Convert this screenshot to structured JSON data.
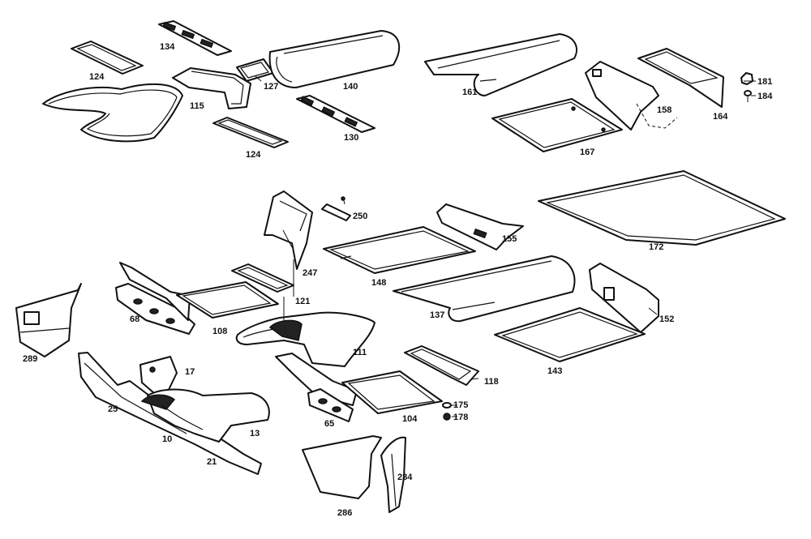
{
  "parts": [
    {
      "key": "p124a",
      "number": "124"
    },
    {
      "key": "p124b",
      "number": "124"
    },
    {
      "key": "p134",
      "number": "134"
    },
    {
      "key": "p115",
      "number": "115"
    },
    {
      "key": "p127",
      "number": "127"
    },
    {
      "key": "p140",
      "number": "140"
    },
    {
      "key": "p130",
      "number": "130"
    },
    {
      "key": "p161",
      "number": "161"
    },
    {
      "key": "p167",
      "number": "167"
    },
    {
      "key": "p158",
      "number": "158"
    },
    {
      "key": "p164",
      "number": "164"
    },
    {
      "key": "p181",
      "number": "181"
    },
    {
      "key": "p184",
      "number": "184"
    },
    {
      "key": "p250",
      "number": "250"
    },
    {
      "key": "p247",
      "number": "247"
    },
    {
      "key": "p155",
      "number": "155"
    },
    {
      "key": "p172",
      "number": "172"
    },
    {
      "key": "p148",
      "number": "148"
    },
    {
      "key": "p121",
      "number": "121"
    },
    {
      "key": "p68",
      "number": "68"
    },
    {
      "key": "p108",
      "number": "108"
    },
    {
      "key": "p137",
      "number": "137"
    },
    {
      "key": "p152",
      "number": "152"
    },
    {
      "key": "p289",
      "number": "289"
    },
    {
      "key": "p111",
      "number": "111"
    },
    {
      "key": "p143",
      "number": "143"
    },
    {
      "key": "p17",
      "number": "17"
    },
    {
      "key": "p118",
      "number": "118"
    },
    {
      "key": "p175",
      "number": "175"
    },
    {
      "key": "p178",
      "number": "178"
    },
    {
      "key": "p25",
      "number": "25"
    },
    {
      "key": "p65",
      "number": "65"
    },
    {
      "key": "p104",
      "number": "104"
    },
    {
      "key": "p13",
      "number": "13"
    },
    {
      "key": "p10",
      "number": "10"
    },
    {
      "key": "p21",
      "number": "21"
    },
    {
      "key": "p284",
      "number": "284"
    },
    {
      "key": "p286",
      "number": "286"
    }
  ]
}
